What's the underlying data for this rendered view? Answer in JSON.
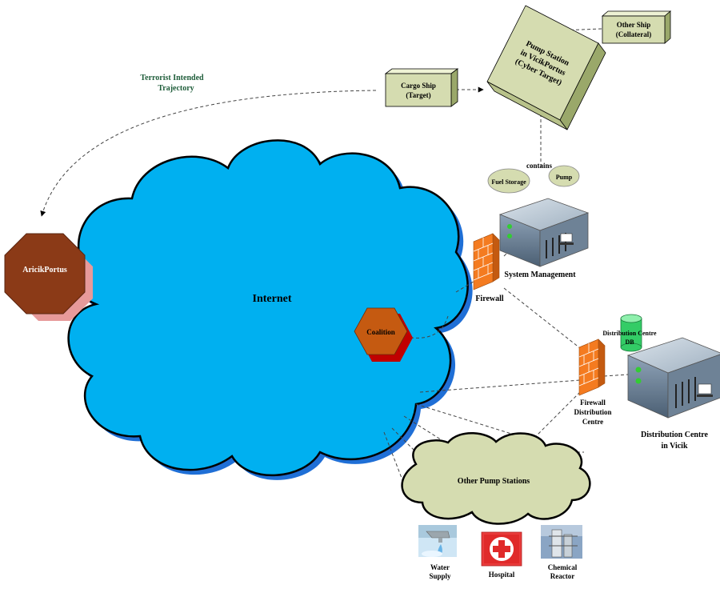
{
  "labels": {
    "trajectory_line1": "Terrorist Intended",
    "trajectory_line2": "Trajectory",
    "cargo_ship_line1": "Cargo Ship",
    "cargo_ship_line2": "(Target)",
    "other_ship_line1": "Other Ship",
    "other_ship_line2": "(Collateral)",
    "pump_station_line1": "Pump Station",
    "pump_station_line2": "in VicikPortus",
    "pump_station_line3": "(Cyber Target)",
    "contains": "contains",
    "fuel_storage": "Fuel Storage",
    "pump": "Pump",
    "aricik_portus": "AricikPortus",
    "internet": "Internet",
    "coalition": "Coalition",
    "system_management": "System Management",
    "firewall": "Firewall",
    "dc_db_line1": "Distribution Centre",
    "dc_db_line2": "DB",
    "firewall_dc_line1": "Firewall",
    "firewall_dc_line2": "Distribution",
    "firewall_dc_line3": "Centre",
    "dc_vicik_line1": "Distribution Centre",
    "dc_vicik_line2": "in Vicik",
    "other_pump_stations": "Other Pump Stations",
    "water_supply_line1": "Water",
    "water_supply_line2": "Supply",
    "hospital": "Hospital",
    "chemical_reactor_line1": "Chemical",
    "chemical_reactor_line2": "Reactor"
  },
  "colors": {
    "cloud_fill": "#00b0f0",
    "cloud_shadow": "#1f6fd6",
    "box_fill": "#d5dcb0",
    "box_side": "#9aa86a",
    "octagon_fill": "#8b3a17",
    "octagon_shadow": "#e79a9a",
    "coalition_fill": "#c55a11",
    "coalition_shadow": "#c00000",
    "firewall_brick": "#f47b20",
    "db_fill": "#33cc66",
    "text_green": "#1f5d3a"
  }
}
